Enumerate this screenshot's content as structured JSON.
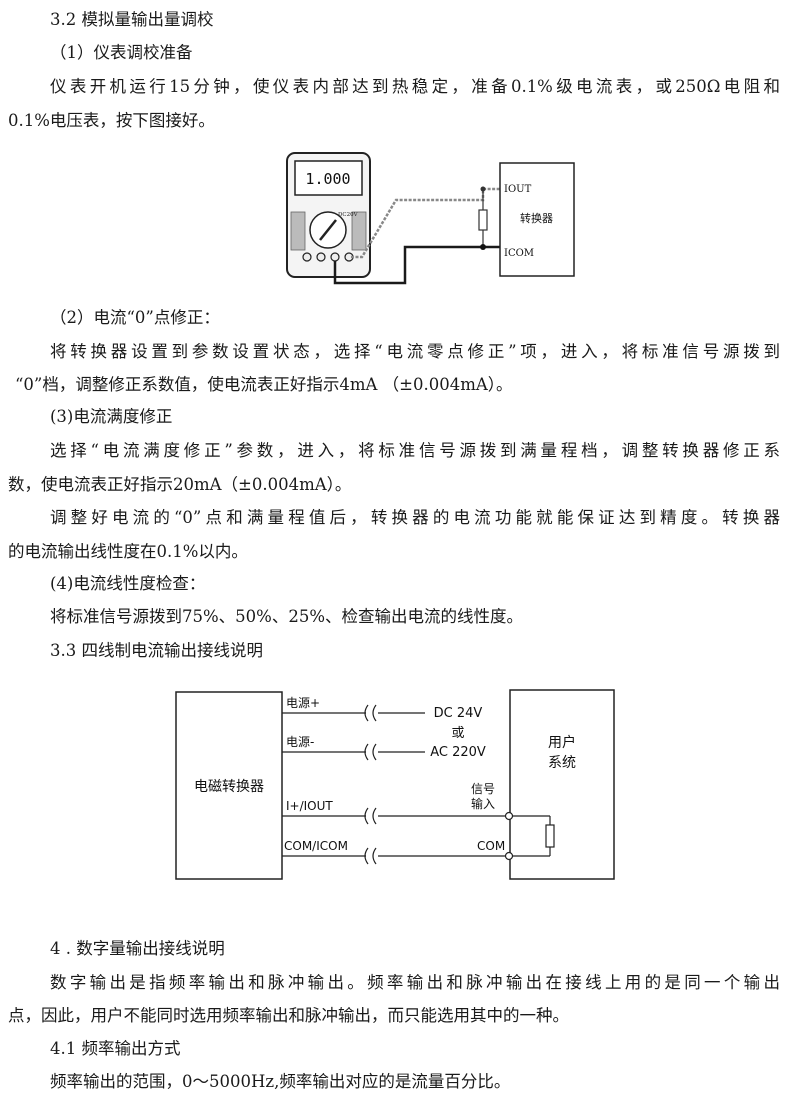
{
  "sec32": {
    "heading": "3.2 模拟量输出量调校",
    "prep_title": "（1）仪表调校准备",
    "prep_p1": "仪表开机运行15分钟，使仪表内部达到热稳定，准备0.1%级电流表，或250Ω电阻和",
    "prep_p2": "0.1%电压表，按下图接好。",
    "zero_title": "（2）电流“0”点修正：",
    "zero_p1": "将转换器设置到参数设置状态，选择“电流零点修正”项，进入，将标准信号源拨到",
    "zero_p2": "“0”档，调整修正系数值，使电流表正好指示4mA （±0.004mA）。",
    "full_title": "(3)电流满度修正",
    "full_p1": "选择“电流满度修正”参数，进入，将标准信号源拨到满量程档，调整转换器修正系",
    "full_p2": "数，使电流表正好指示20mA（±0.004mA）。",
    "after_p1": "调整好电流的“0”点和满量程值后，转换器的电流功能就能保证达到精度。转换器",
    "after_p2": "的电流输出线性度在0.1%以内。",
    "lin_title": "(4)电流线性度检查：",
    "lin_p1": "将标准信号源拨到75%、50%、25%、检查输出电流的线性度。"
  },
  "diagram1": {
    "display_value": "1.000",
    "dial_label": "DC20V",
    "term_iout": "IOUT",
    "term_icom": "ICOM",
    "converter_label": "转换器"
  },
  "sec33": {
    "heading": "3.3 四线制电流输出接线说明"
  },
  "diagram2": {
    "converter_label": "电磁转换器",
    "power_plus": "电源+",
    "power_minus": "电源-",
    "iout_label": "I+/IOUT",
    "com_label": "COM/ICOM",
    "supply_dc": "DC 24V",
    "supply_or": "或",
    "supply_ac": "AC 220V",
    "user_line1": "用户",
    "user_line2": "系统",
    "signal_line1": "信号",
    "signal_line2": "输入",
    "com_right": "COM"
  },
  "sec4": {
    "heading": "4 . 数字量输出接线说明",
    "p1": "数字输出是指频率输出和脉冲输出。频率输出和脉冲输出在接线上用的是同一个输出",
    "p2": "点，因此，用户不能同时选用频率输出和脉冲输出，而只能选用其中的一种。",
    "sub_heading": "4.1 频率输出方式",
    "sub_p1": "频率输出的范围，0～5000Hz,频率输出对应的是流量百分比。"
  }
}
